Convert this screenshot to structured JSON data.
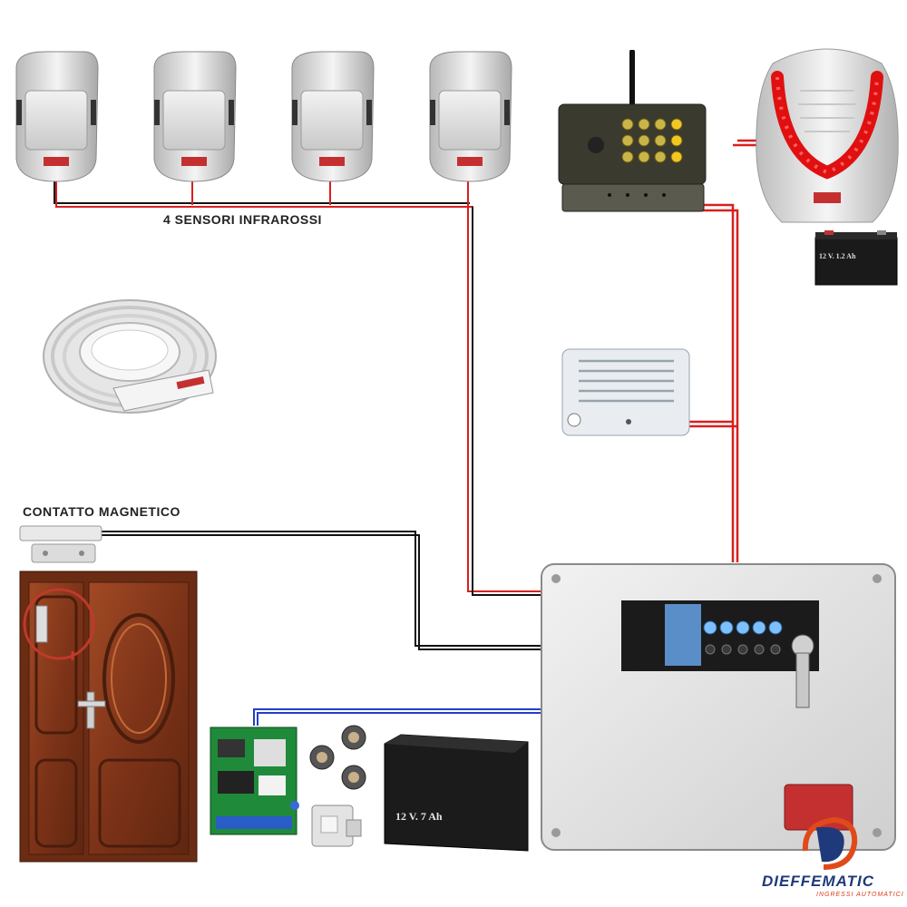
{
  "labels": {
    "sensors": "4 SENSORI INFRAROSSI",
    "magnetic_contact": "CONTATTO MAGNETICO"
  },
  "battery_small": {
    "label": "12 V. 1.2 Ah"
  },
  "battery_large": {
    "label": "12 V. 7 Ah"
  },
  "brand": {
    "name": "DIEFFEMATIC",
    "tagline": "INGRESSI AUTOMATICI",
    "colors": {
      "primary": "#1f3a7a",
      "accent": "#e04a1a"
    }
  },
  "colors": {
    "wire_red": "#d91f1f",
    "wire_black": "#111111",
    "wire_blue": "#2140c8",
    "door_wood": "#8a3a1e"
  }
}
